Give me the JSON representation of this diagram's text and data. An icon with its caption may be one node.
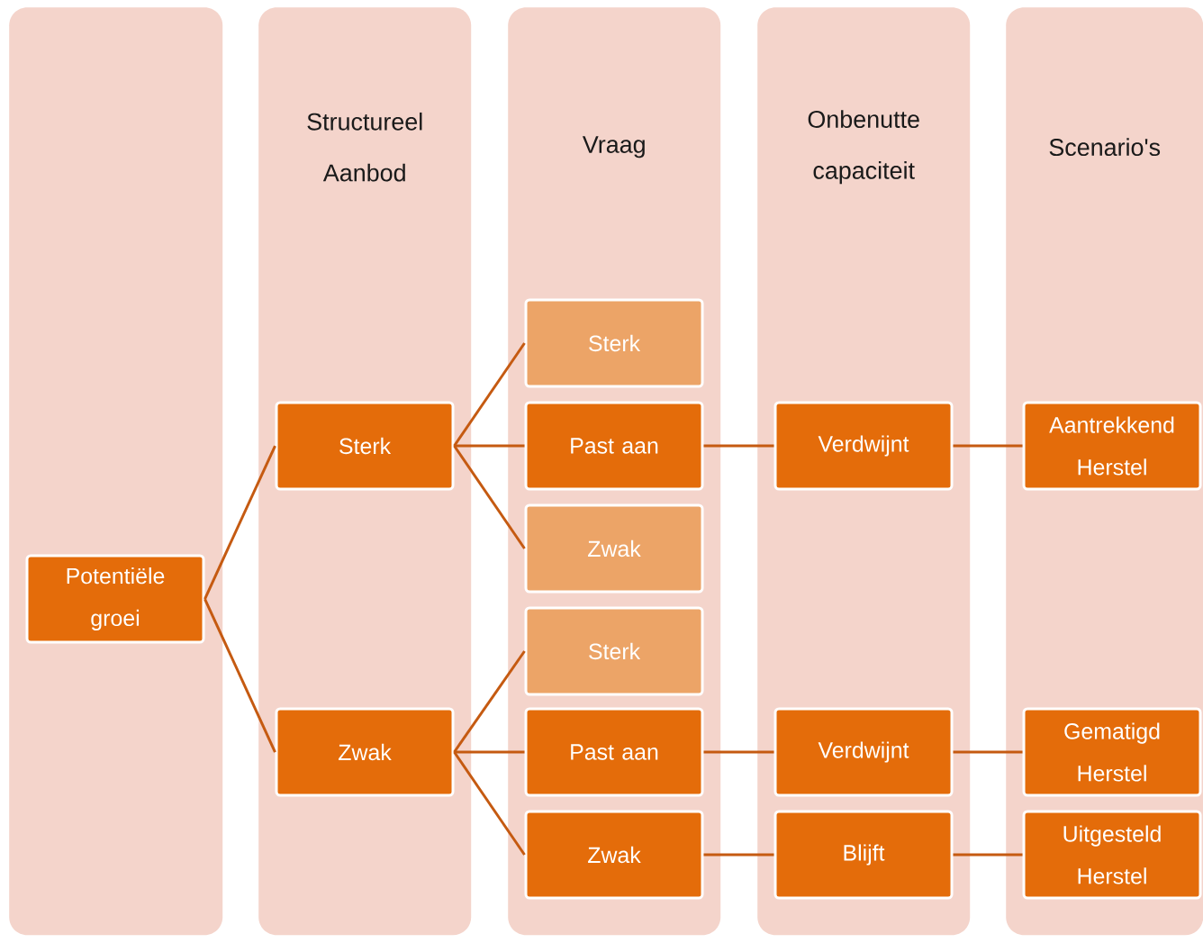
{
  "diagram": {
    "nodes": [
      {
        "text": [],
        "shape": "box"
      },
      {
        "text": [
          "Structureel Aanbod"
        ]
      },
      {
        "text": [
          "Vraag"
        ]
      },
      {
        "text": [
          "Onbenutte capaciteit"
        ]
      },
      {
        "text": [
          "Scenario's"
        ]
      },
      {
        "text": [
          "Potentiële groei"
        ],
        "in": 0
      },
      {
        "text": [
          "Sterk"
        ],
        "in": 1
      },
      {
        "text": [
          "Zwak"
        ],
        "in": 1
      },
      {
        "text": [
          "Sterk"
        ],
        "in": 2
      },
      {
        "text": [
          "Past aan"
        ],
        "in": 2
      },
      {
        "text": [
          "Zwak"
        ],
        "in": 2
      },
      {
        "text": [
          "Sterk"
        ],
        "in": 2
      },
      {
        "text": [
          "Past aan"
        ],
        "in": 2
      },
      {
        "text": [
          "Zwak"
        ],
        "in": 2
      },
      {
        "text": [
          "Verdwijnt"
        ],
        "in": 3
      },
      {
        "text": [
          "Verdwijnt"
        ],
        "in": 3
      },
      {
        "text": [
          "Blijft"
        ],
        "in": 3
      },
      {
        "text": [
          "Aantrekkend Herstel"
        ],
        "in": 4
      },
      {
        "text": [
          "Gematigd Herstel"
        ],
        "in": 4
      },
      {
        "text": [
          "Uitgesteld Herstel"
        ],
        "in": 4
      }
    ],
    "edges": [
      {
        "from": 5,
        "to": 6,
        "arrow": "none"
      },
      {
        "from": 5,
        "to": 7,
        "arrow": "none"
      },
      {
        "from": 6,
        "to": 8,
        "arrow": "none"
      },
      {
        "from": 6,
        "to": 9,
        "arrow": "none"
      },
      {
        "from": 6,
        "to": 10,
        "arrow": "none"
      },
      {
        "from": 7,
        "to": 11,
        "arrow": "none"
      },
      {
        "from": 7,
        "to": 12,
        "arrow": "none"
      },
      {
        "from": 7,
        "to": 13,
        "arrow": "none"
      },
      {
        "from": 9,
        "to": 14,
        "arrow": "none"
      },
      {
        "from": 12,
        "to": 15,
        "arrow": "none"
      },
      {
        "from": 13,
        "to": 16,
        "arrow": "none"
      },
      {
        "from": 14,
        "to": 17,
        "arrow": "none"
      },
      {
        "from": 15,
        "to": 18,
        "arrow": "none"
      },
      {
        "from": 16,
        "to": 19,
        "arrow": "none"
      }
    ]
  }
}
